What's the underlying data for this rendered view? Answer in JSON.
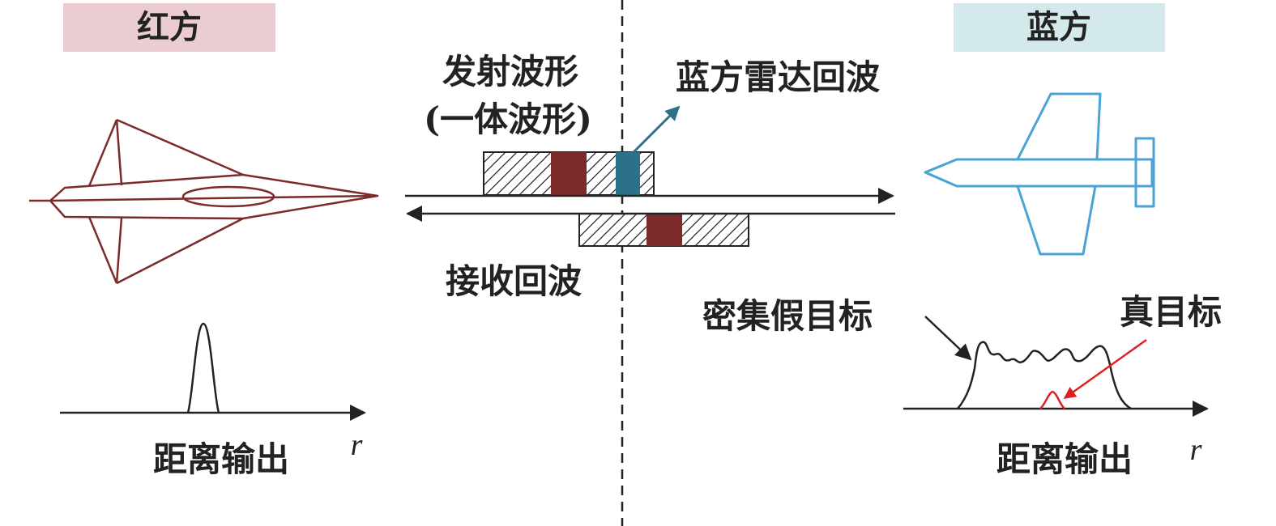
{
  "colors": {
    "red_side": "#7c2a2a",
    "red_header_bg": "#ebcdd1",
    "blue_side": "#4aa3d6",
    "blue_header_bg": "#d3e9ec",
    "teal_block": "#2c7188",
    "maroon_block": "#7c2a2a",
    "true_target": "#e02020",
    "ink": "#222222"
  },
  "red": {
    "title": "红方",
    "aircraft_icon": "fighter-jet-outline",
    "distance_output": "距离输出",
    "axis_symbol": "r"
  },
  "blue": {
    "title": "蓝方",
    "aircraft_icon": "missile-aircraft-outline",
    "distance_output": "距离输出",
    "axis_symbol": "r"
  },
  "center": {
    "tx_waveform_line1": "发射波形",
    "tx_waveform_line2": "(一体波形)",
    "blue_radar_echo": "蓝方雷达回波",
    "rx_echo": "接收回波"
  },
  "annotations": {
    "dense_false_targets": "密集假目标",
    "true_target": "真目标"
  }
}
